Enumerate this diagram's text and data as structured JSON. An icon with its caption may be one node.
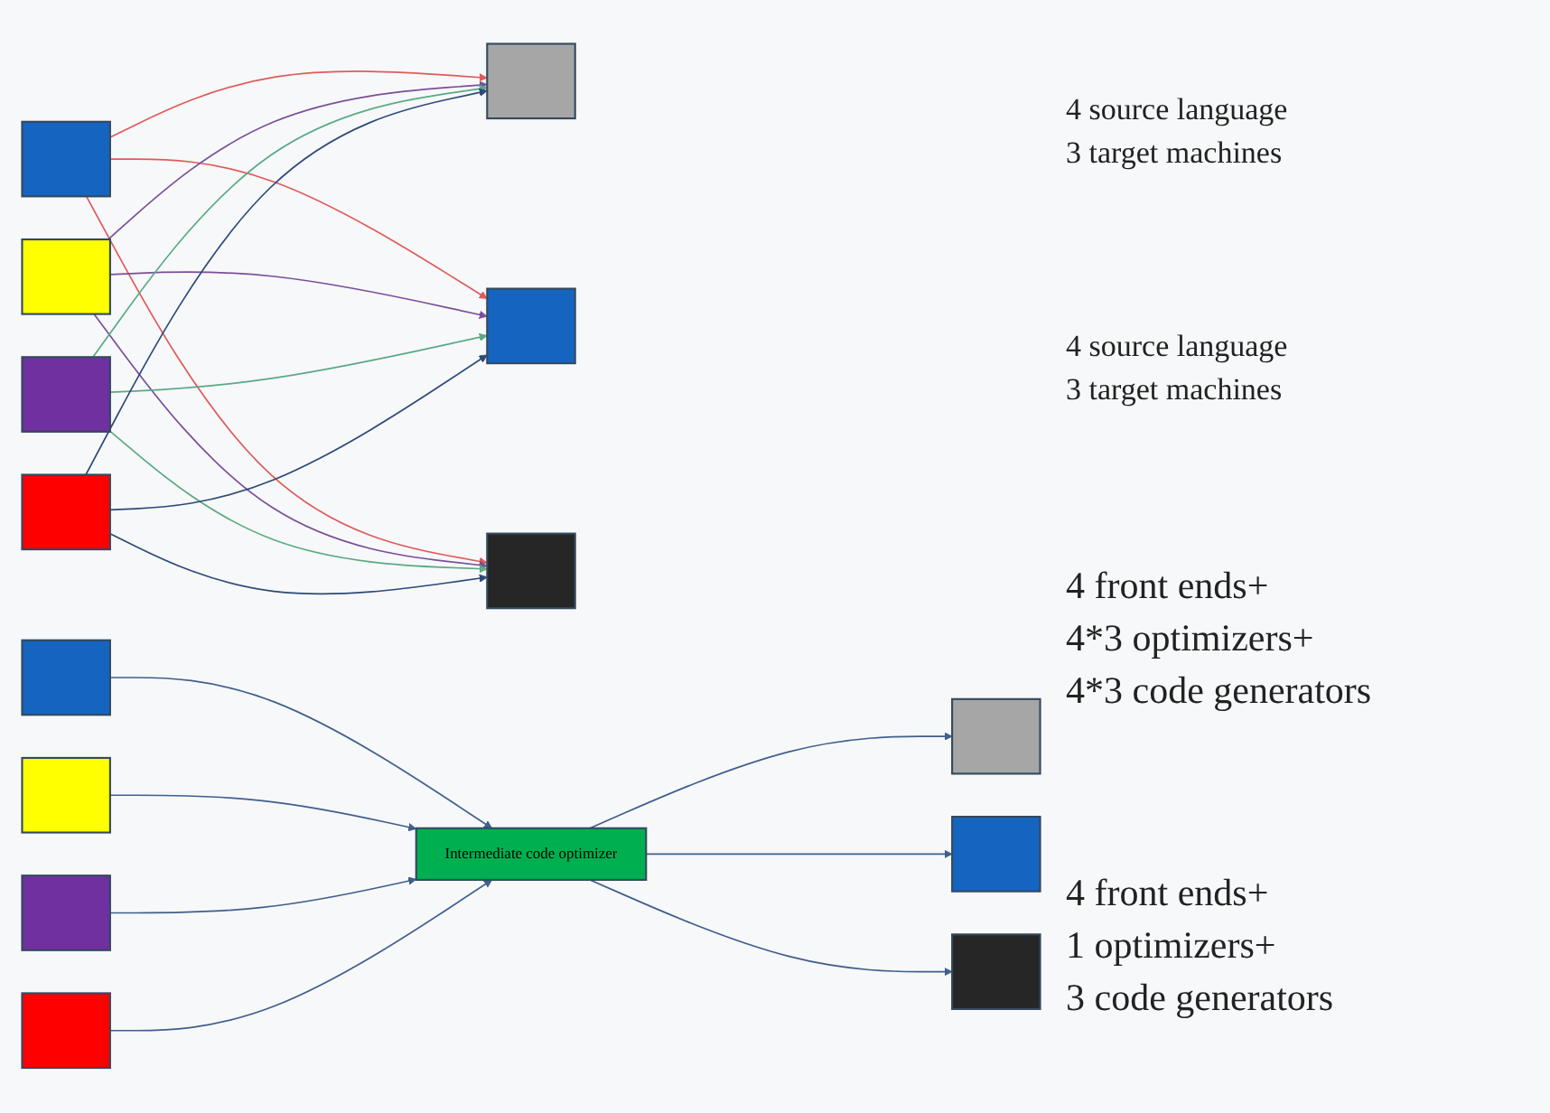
{
  "diagram": {
    "nodes": [
      {
        "text": [],
        "shape": "box"
      },
      {
        "text": [],
        "shape": "box"
      },
      {
        "text": [],
        "shape": "box"
      },
      {
        "text": [],
        "shape": "box"
      },
      {
        "text": [],
        "shape": "box"
      },
      {
        "text": [],
        "shape": "box"
      },
      {
        "text": [],
        "shape": "box"
      },
      {
        "text": [],
        "shape": "box"
      },
      {
        "text": [],
        "shape": "box"
      },
      {
        "text": [],
        "shape": "box"
      },
      {
        "text": [],
        "shape": "box"
      },
      {
        "text": [
          "Intermediate code optimizer"
        ]
      },
      {
        "text": [],
        "shape": "box"
      },
      {
        "text": [],
        "shape": "box"
      },
      {
        "text": [],
        "shape": "box"
      }
    ],
    "edges": [
      {
        "from": 0,
        "to": 4,
        "arrow": "to",
        "color": "#e05a5a"
      },
      {
        "from": 0,
        "to": 5,
        "arrow": "to",
        "color": "#e05a5a"
      },
      {
        "from": 0,
        "to": 6,
        "arrow": "to",
        "color": "#e05a5a"
      },
      {
        "from": 1,
        "to": 4,
        "arrow": "to",
        "color": "#7a4f9a"
      },
      {
        "from": 1,
        "to": 5,
        "arrow": "to",
        "color": "#7a4f9a"
      },
      {
        "from": 1,
        "to": 6,
        "arrow": "to",
        "color": "#7a4f9a"
      },
      {
        "from": 2,
        "to": 4,
        "arrow": "to",
        "color": "#5aaa82"
      },
      {
        "from": 2,
        "to": 5,
        "arrow": "to",
        "color": "#5aaa82"
      },
      {
        "from": 2,
        "to": 6,
        "arrow": "to",
        "color": "#5aaa82"
      },
      {
        "from": 3,
        "to": 4,
        "arrow": "to",
        "color": "#2c4a78"
      },
      {
        "from": 3,
        "to": 5,
        "arrow": "to",
        "color": "#2c4a78"
      },
      {
        "from": 3,
        "to": 6,
        "arrow": "to",
        "color": "#2c4a78"
      },
      {
        "from": 7,
        "to": 11,
        "arrow": "to"
      },
      {
        "from": 8,
        "to": 11,
        "arrow": "to"
      },
      {
        "from": 9,
        "to": 11,
        "arrow": "to"
      },
      {
        "from": 10,
        "to": 11,
        "arrow": "to"
      },
      {
        "from": 11,
        "to": 12,
        "arrow": "to"
      },
      {
        "from": 11,
        "to": 13,
        "arrow": "to"
      },
      {
        "from": 11,
        "to": 14,
        "arrow": "to"
      }
    ],
    "labels": [
      "4 source language",
      "3 target machines",
      "4 source language",
      "3 target machines",
      "4 front ends+",
      "4*3 optimizers+",
      "4*3 code generators",
      "4 front ends+",
      "1 optimizers+",
      "3 code generators"
    ]
  }
}
